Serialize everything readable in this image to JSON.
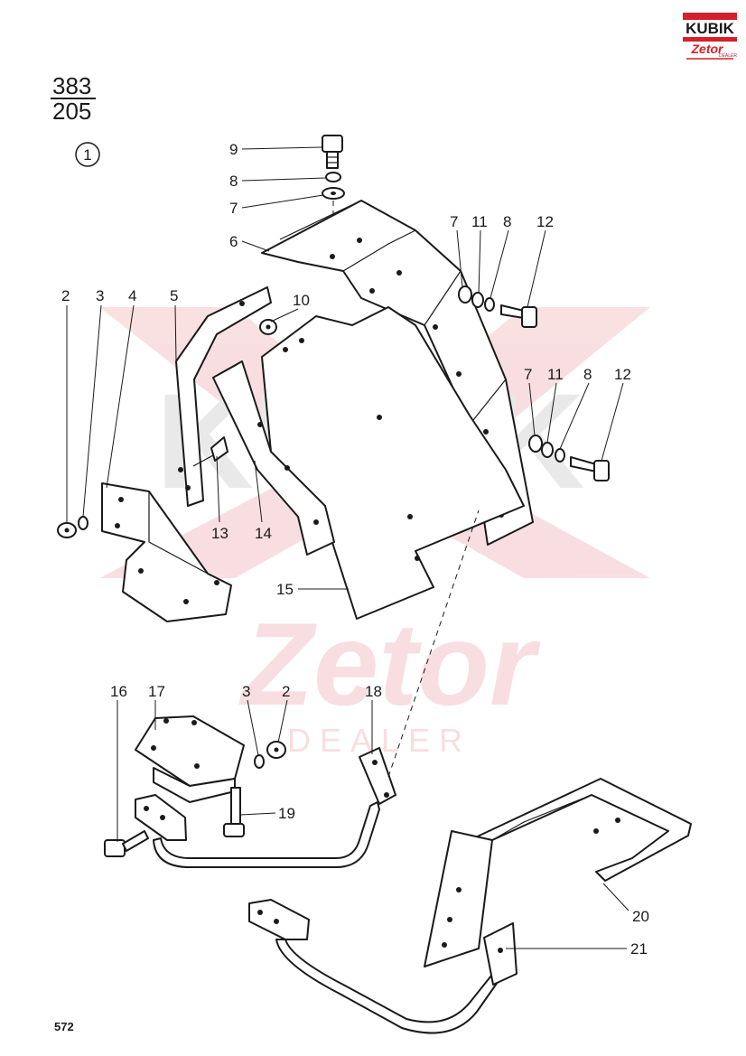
{
  "brand": {
    "logo_text": "KUBIK",
    "logo_sub": "Zetor",
    "logo_sub2": "DEALER",
    "colors": {
      "red": "#d4202a",
      "dark": "#1a1a1a"
    }
  },
  "header": {
    "page_numerator": "383",
    "page_denominator": "205",
    "group_number": "1"
  },
  "watermark": {
    "text1": "KUBIK",
    "text2": "Zetor",
    "text3": "DEALER"
  },
  "callouts": [
    {
      "id": "c9",
      "text": "9"
    },
    {
      "id": "c8a",
      "text": "8"
    },
    {
      "id": "c7a",
      "text": "7"
    },
    {
      "id": "c6",
      "text": "6"
    },
    {
      "id": "c7b",
      "text": "7"
    },
    {
      "id": "c11a",
      "text": "11"
    },
    {
      "id": "c8b",
      "text": "8"
    },
    {
      "id": "c12a",
      "text": "12"
    },
    {
      "id": "c2a",
      "text": "2"
    },
    {
      "id": "c3a",
      "text": "3"
    },
    {
      "id": "c4",
      "text": "4"
    },
    {
      "id": "c5",
      "text": "5"
    },
    {
      "id": "c10",
      "text": "10"
    },
    {
      "id": "c7c",
      "text": "7"
    },
    {
      "id": "c11b",
      "text": "11"
    },
    {
      "id": "c8c",
      "text": "8"
    },
    {
      "id": "c12b",
      "text": "12"
    },
    {
      "id": "c13",
      "text": "13"
    },
    {
      "id": "c14",
      "text": "14"
    },
    {
      "id": "c15",
      "text": "15"
    },
    {
      "id": "c16",
      "text": "16"
    },
    {
      "id": "c17",
      "text": "17"
    },
    {
      "id": "c3b",
      "text": "3"
    },
    {
      "id": "c2b",
      "text": "2"
    },
    {
      "id": "c18",
      "text": "18"
    },
    {
      "id": "c19",
      "text": "19"
    },
    {
      "id": "c20",
      "text": "20"
    },
    {
      "id": "c21",
      "text": "21"
    }
  ],
  "footer": {
    "page_number": "572"
  }
}
